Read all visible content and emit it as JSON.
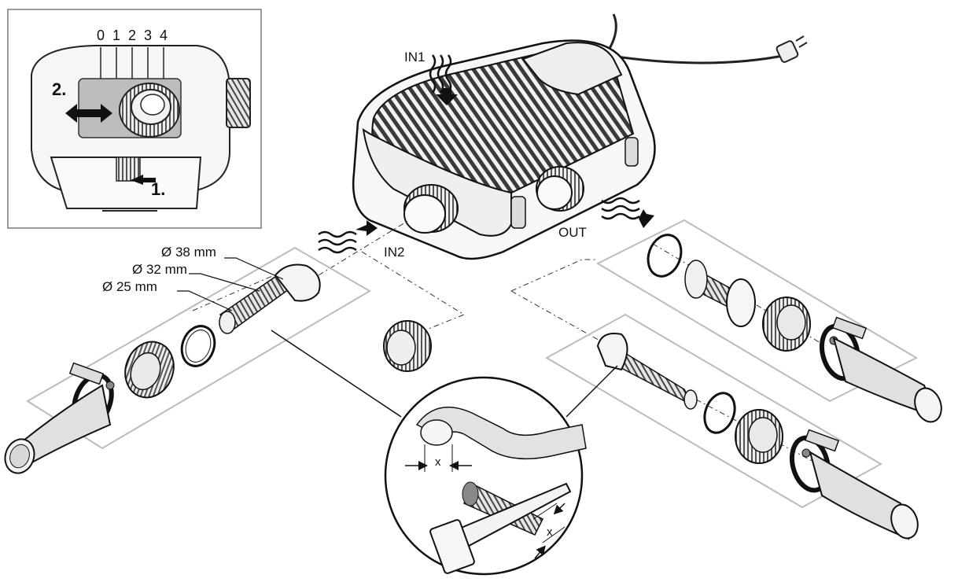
{
  "inset": {
    "scale": [
      "0",
      "1",
      "2",
      "3",
      "4"
    ],
    "step1": "1.",
    "step2": "2."
  },
  "pump_labels": {
    "in1": "IN1",
    "in2": "IN2",
    "out": "OUT"
  },
  "diameters": [
    "Ø 38 mm",
    "Ø 32 mm",
    "Ø 25 mm"
  ],
  "detail": {
    "x_top": "x",
    "x_bottom": "x"
  },
  "colors": {
    "line": "#2a2a2a",
    "fill_light": "#f4f4f4",
    "fill_mid": "#cfcfcf",
    "fill_dark": "#7a7a7a",
    "frame": "#bdbdbd"
  }
}
